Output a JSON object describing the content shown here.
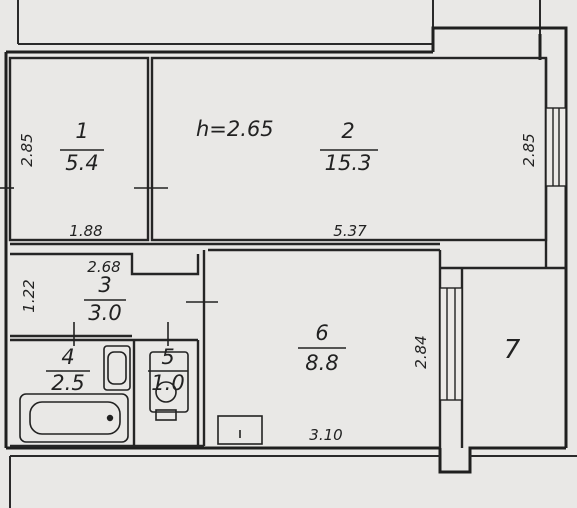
{
  "plan": {
    "height_label": "h=2.65",
    "rooms": [
      {
        "number": "1",
        "area": "5.4"
      },
      {
        "number": "2",
        "area": "15.3"
      },
      {
        "number": "3",
        "area": "3.0"
      },
      {
        "number": "4",
        "area": "2.5"
      },
      {
        "number": "5",
        "area": "1.0"
      },
      {
        "number": "6",
        "area": "8.8"
      },
      {
        "number": "7"
      }
    ],
    "dimensions": {
      "room1_height": "2.85",
      "room1_width": "1.88",
      "room2_width": "5.37",
      "room2_height": "2.85",
      "room3_width": "2.68",
      "room3_height": "1.22",
      "room6_height": "2.84",
      "room6_width": "3.10"
    }
  }
}
